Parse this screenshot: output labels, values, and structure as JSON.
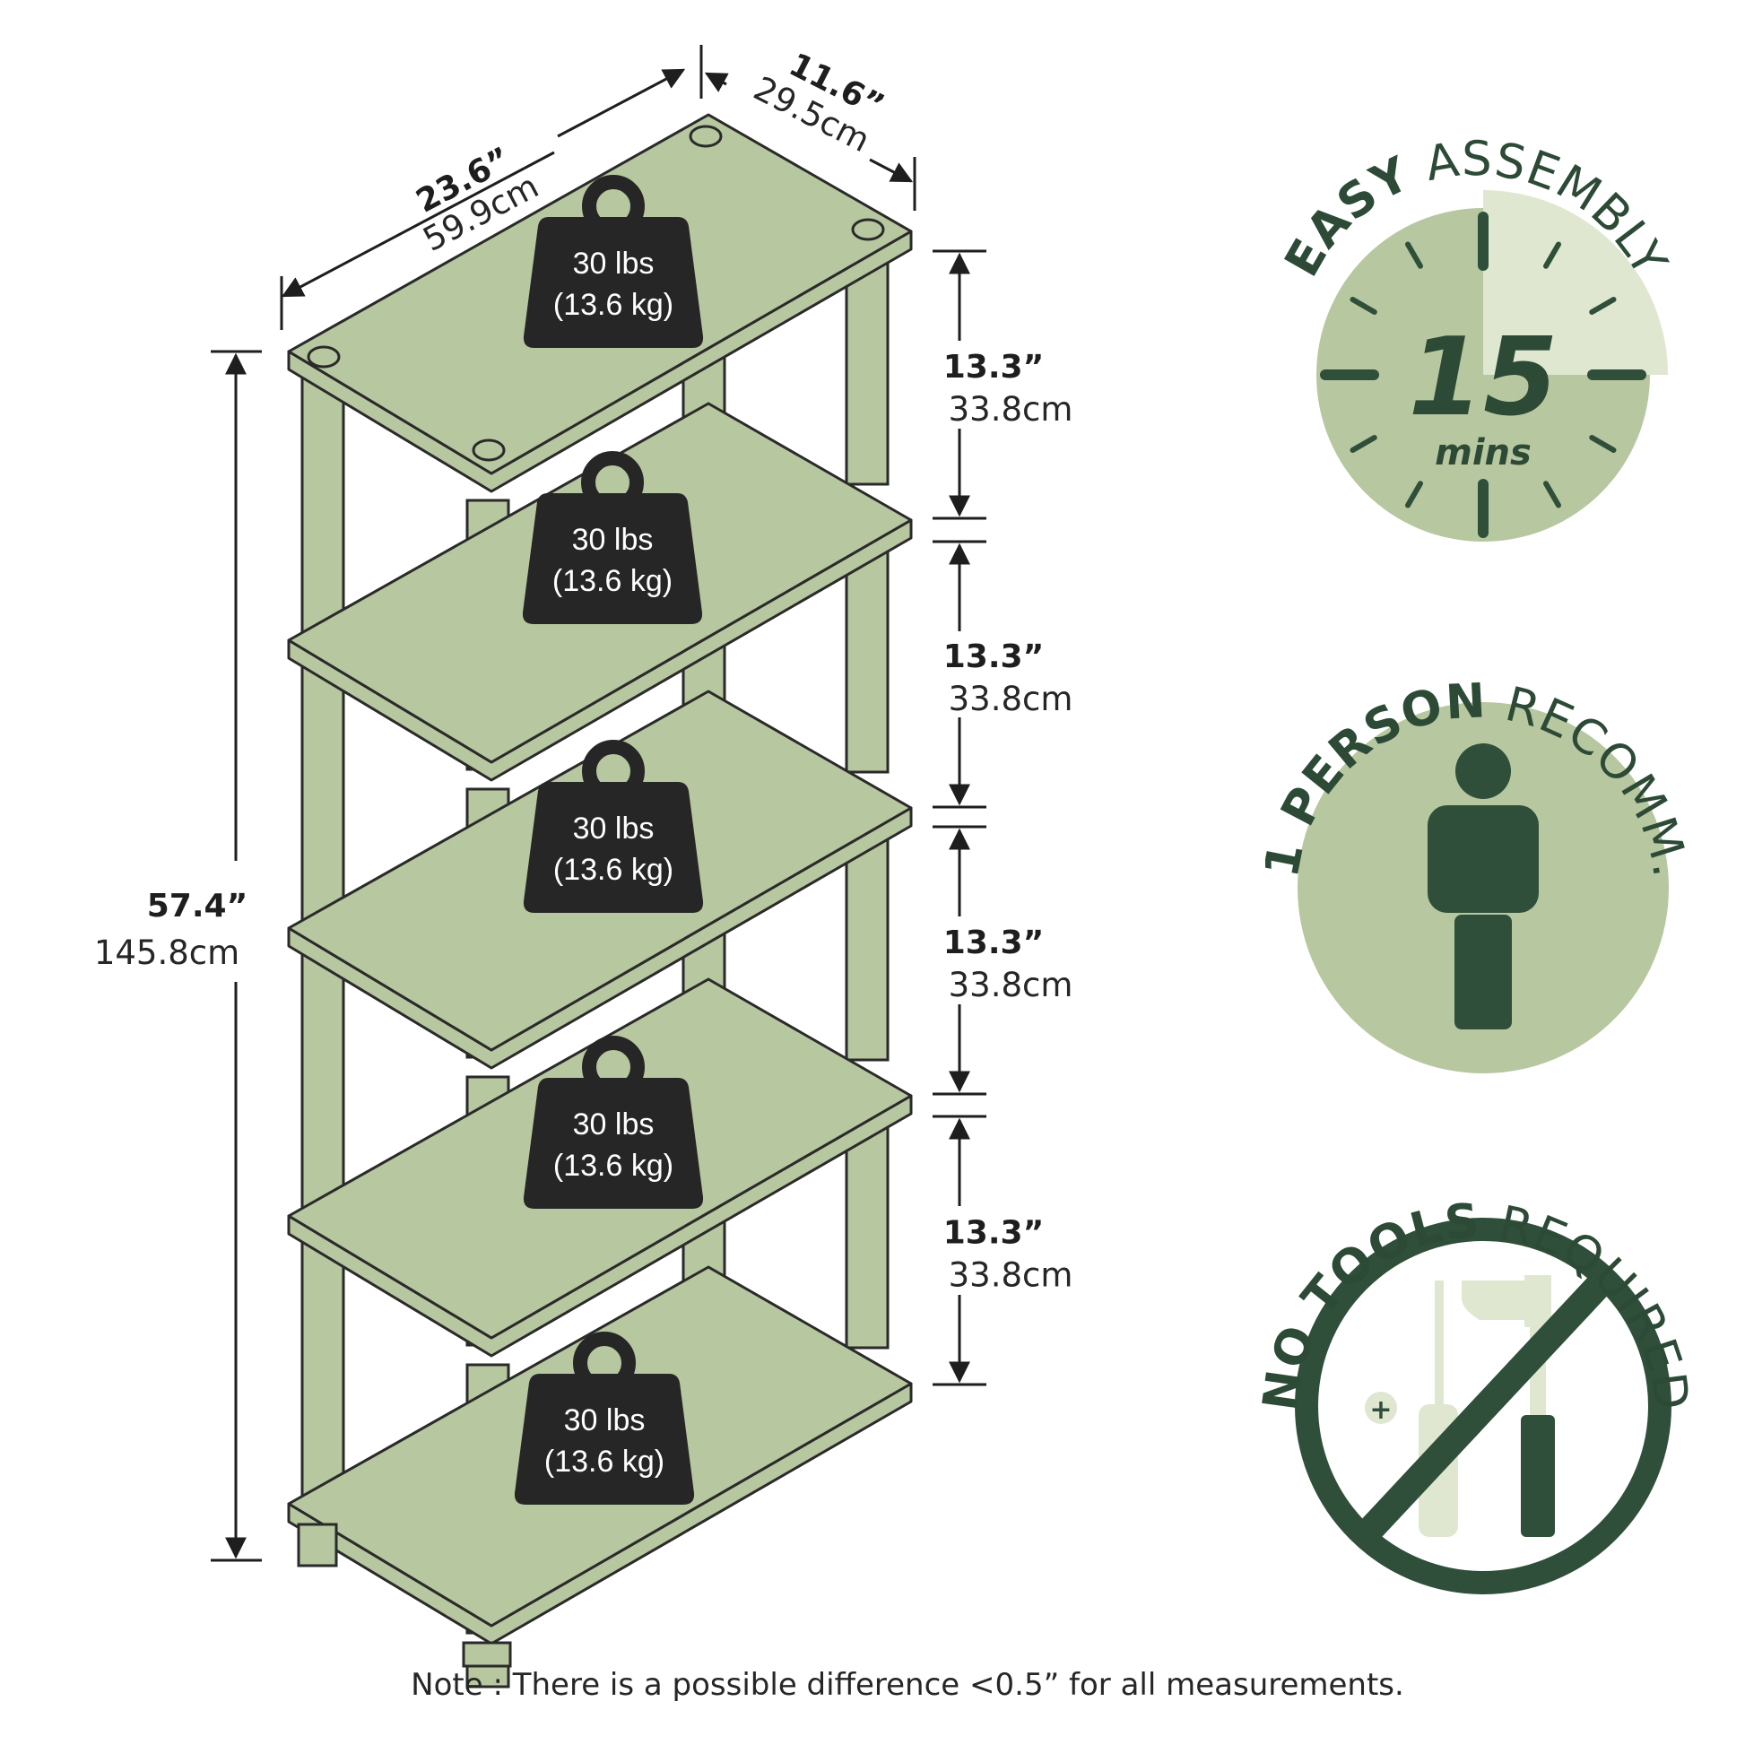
{
  "colors": {
    "shelf": "#b7c7a0",
    "outline": "#2a2a2a",
    "weight": "#262626",
    "badge_bg": "#b7c7a0",
    "badge_light": "#dfe7d0",
    "badge_dark": "#2f4f3a"
  },
  "dimensions": {
    "width_in": "23.6”",
    "width_cm": "59.9cm",
    "depth_in": "11.6”",
    "depth_cm": "29.5cm",
    "height_in": "57.4”",
    "height_cm": "145.8cm",
    "shelf_gaps": [
      {
        "inch": "13.3”",
        "cm": "33.8cm"
      },
      {
        "inch": "13.3”",
        "cm": "33.8cm"
      },
      {
        "inch": "13.3”",
        "cm": "33.8cm"
      },
      {
        "inch": "13.3”",
        "cm": "33.8cm"
      }
    ]
  },
  "weights": [
    {
      "lbs": "30 lbs",
      "kg": "(13.6 kg)"
    },
    {
      "lbs": "30 lbs",
      "kg": "(13.6 kg)"
    },
    {
      "lbs": "30 lbs",
      "kg": "(13.6 kg)"
    },
    {
      "lbs": "30 lbs",
      "kg": "(13.6 kg)"
    },
    {
      "lbs": "30 lbs",
      "kg": "(13.6 kg)"
    }
  ],
  "badges": {
    "assembly": {
      "bold": "EASY",
      "rest": "ASSEMBLY",
      "number": "15",
      "unit": "mins",
      "icon": "clock-icon"
    },
    "person": {
      "bold": "1 PERSON",
      "rest": "RECOMM.",
      "icon": "person-icon"
    },
    "tools": {
      "bold": "NO TOOLS",
      "rest": "REQUIRED",
      "icon": "no-tools-icon"
    }
  },
  "note": "Note : There is a possible difference <0.5” for all measurements."
}
